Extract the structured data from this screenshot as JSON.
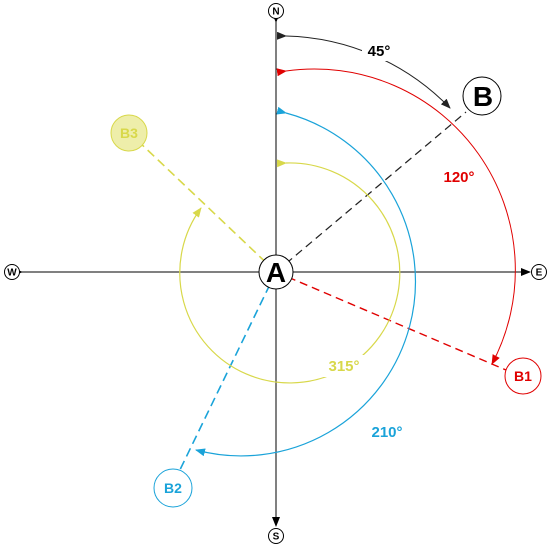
{
  "compass": {
    "north": "N",
    "south": "S",
    "east": "E",
    "west": "W"
  },
  "points": {
    "origin": "A",
    "b": "B",
    "b1": "B1",
    "b2": "B2",
    "b3": "B3"
  },
  "angles": {
    "b": "45°",
    "b1": "120°",
    "b2": "210°",
    "b3": "315°"
  },
  "colors": {
    "axis": "#000000",
    "b": "#222222",
    "b1": "#e00000",
    "b2": "#1aa3d9",
    "b3": "#d8d84a",
    "b3_fill": "#eeeeaa"
  }
}
